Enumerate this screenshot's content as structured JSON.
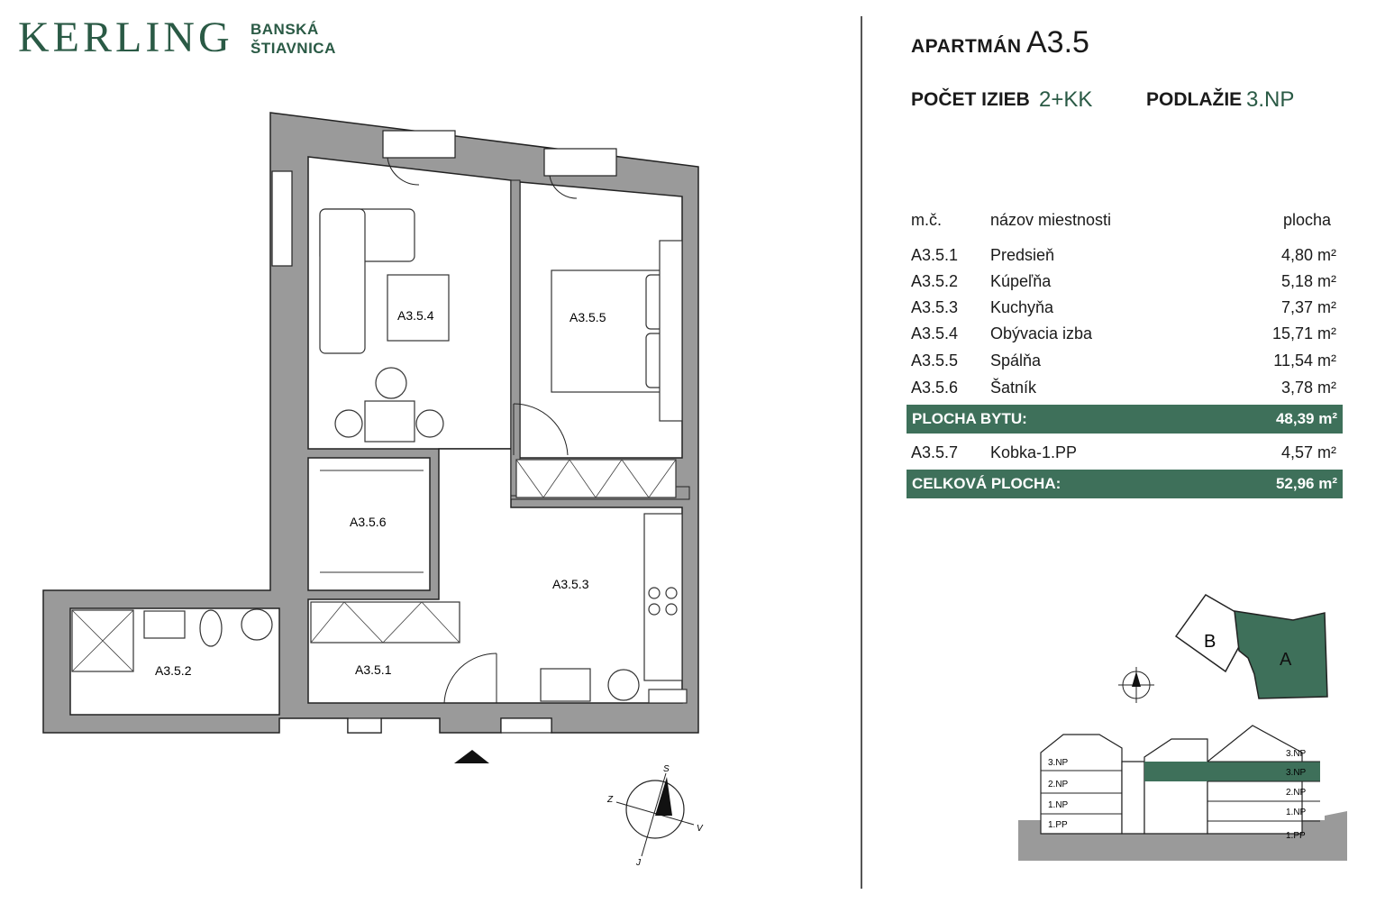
{
  "brand": {
    "name": "KERLING",
    "location_line1": "BANSKÁ",
    "location_line2": "ŠTIAVNICA"
  },
  "apartment": {
    "label": "APARTMÁN",
    "value": "A3.5"
  },
  "rooms": {
    "label": "POČET IZIEB",
    "value": "2+KK"
  },
  "floor": {
    "label": "PODLAŽIE",
    "value": "3.NP"
  },
  "table": {
    "headers": {
      "number": "m.č.",
      "name": "názov miestnosti",
      "area": "plocha"
    },
    "rows": [
      {
        "number": "A3.5.1",
        "name": "Predsieň",
        "area": "4,80 m²"
      },
      {
        "number": "A3.5.2",
        "name": "Kúpeľňa",
        "area": "5,18 m²"
      },
      {
        "number": "A3.5.3",
        "name": "Kuchyňa",
        "area": "7,37 m²"
      },
      {
        "number": "A3.5.4",
        "name": "Obývacia izba",
        "area": "15,71 m²"
      },
      {
        "number": "A3.5.5",
        "name": "Spálňa",
        "area": "11,54 m²"
      },
      {
        "number": "A3.5.6",
        "name": "Šatník",
        "area": "3,78 m²"
      }
    ],
    "subtotal": {
      "label": "PLOCHA BYTU:",
      "area": "48,39 m²"
    },
    "extra_row": {
      "number": "A3.5.7",
      "name": "Kobka-1.PP",
      "area": "4,57 m²"
    },
    "total": {
      "label": "CELKOVÁ PLOCHA:",
      "area": "52,96 m²"
    }
  },
  "plan": {
    "room_labels": {
      "r1": "A3.5.1",
      "r2": "A3.5.2",
      "r3": "A3.5.3",
      "r4": "A3.5.4",
      "r5": "A3.5.5",
      "r6": "A3.5.6"
    },
    "compass": {
      "north": "S",
      "south": "J",
      "east": "V",
      "west": "Z"
    }
  },
  "site": {
    "block_b": "B",
    "block_a": "A"
  },
  "section": {
    "left_floors": [
      "3.NP",
      "2.NP",
      "1.NP",
      "1.PP"
    ],
    "right_floors": [
      "3.NP",
      "3.NP",
      "2.NP",
      "1.NP",
      "1.PP"
    ]
  },
  "colors": {
    "accent": "#3e705a",
    "wall": "#9a9a9a",
    "brand": "#2a5a45"
  }
}
